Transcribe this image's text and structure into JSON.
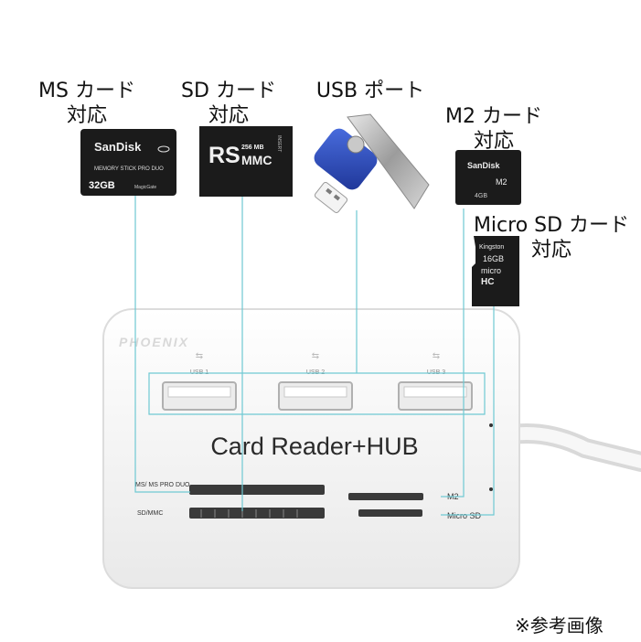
{
  "callouts": {
    "ms": {
      "line1": "MS カード",
      "line2": "対応"
    },
    "sd": {
      "line1": "SD カード",
      "line2": "対応"
    },
    "usb": {
      "line1": "USB ポート"
    },
    "m2": {
      "line1": "M2 カード",
      "line2": "対応"
    },
    "microsd": {
      "line1": "Micro SD カード",
      "line2": "対応"
    }
  },
  "cards": {
    "ms": {
      "brand": "SanDisk",
      "type": "MEMORY STICK PRO DUO",
      "capacity": "32GB",
      "badge": "MagicGate"
    },
    "rs": {
      "logo": "RS",
      "size": "256 MB",
      "type": "MMC",
      "insert": "INSERT"
    },
    "m2": {
      "brand": "SanDisk",
      "type": "M2",
      "capacity": "4GB"
    },
    "microsd": {
      "brand": "Kingston",
      "capacity": "16GB",
      "type": "micro",
      "hc": "HC"
    }
  },
  "device": {
    "logo": "PHOENIX",
    "title": "Card Reader+HUB",
    "ports": [
      "USB 1",
      "USB 2",
      "USB 3"
    ],
    "slot_ms": "MS/ MS PRO DUO",
    "slot_sd": "SD/MMC",
    "slot_m2": "M2",
    "slot_micro": "Micro SD"
  },
  "note": "※参考画像",
  "colors": {
    "leader": "#6fc9d3",
    "card": "#1b1b1b",
    "usb_blue": "#2c4db5",
    "device": "#f4f4f4"
  }
}
